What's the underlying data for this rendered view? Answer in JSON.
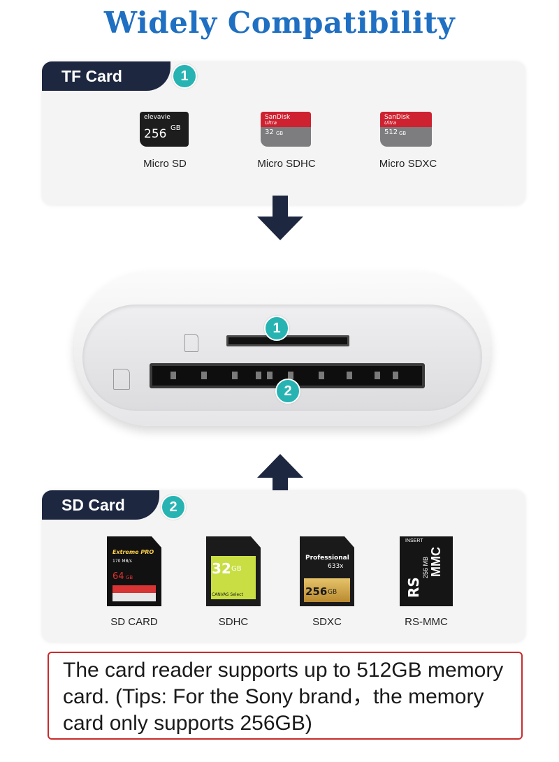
{
  "title": "Widely Compatibility",
  "tf_section": {
    "tab_label": "TF Card",
    "badge": "1",
    "cards": [
      {
        "label": "Micro SD",
        "brand": "elevavie",
        "capacity": "256",
        "unit": "GB"
      },
      {
        "label": "Micro SDHC",
        "brand": "SanDisk",
        "subbrand": "Ultra",
        "capacity": "32",
        "unit": "GB"
      },
      {
        "label": "Micro SDXC",
        "brand": "SanDisk",
        "subbrand": "Ultra",
        "capacity": "512",
        "unit": "GB"
      }
    ]
  },
  "reader": {
    "slot1_badge": "1",
    "slot2_badge": "2"
  },
  "sd_section": {
    "tab_label": "SD Card",
    "badge": "2",
    "cards": [
      {
        "label": "SD CARD",
        "line1": "Extreme PRO",
        "line2": "170 MB/s",
        "capacity": "64",
        "unit": "GB"
      },
      {
        "label": "SDHC",
        "capacity": "32",
        "unit": "GB",
        "line1": "CANVAS Select"
      },
      {
        "label": "SDXC",
        "line1": "Professional",
        "line2": "633x",
        "capacity": "256",
        "unit": "GB"
      },
      {
        "label": "RS-MMC",
        "line1": "INSERT",
        "line2": "RS",
        "line3": "256 MB",
        "line4": "MMC"
      }
    ]
  },
  "note": "The card reader supports up to 512GB memory card. (Tips: For the Sony brand，the memory card only supports 256GB)",
  "colors": {
    "title": "#1f6fc2",
    "tab_bg": "#1d2740",
    "badge": "#28b3b3",
    "note_border": "#c92b2b",
    "arrow": "#1d2740"
  }
}
